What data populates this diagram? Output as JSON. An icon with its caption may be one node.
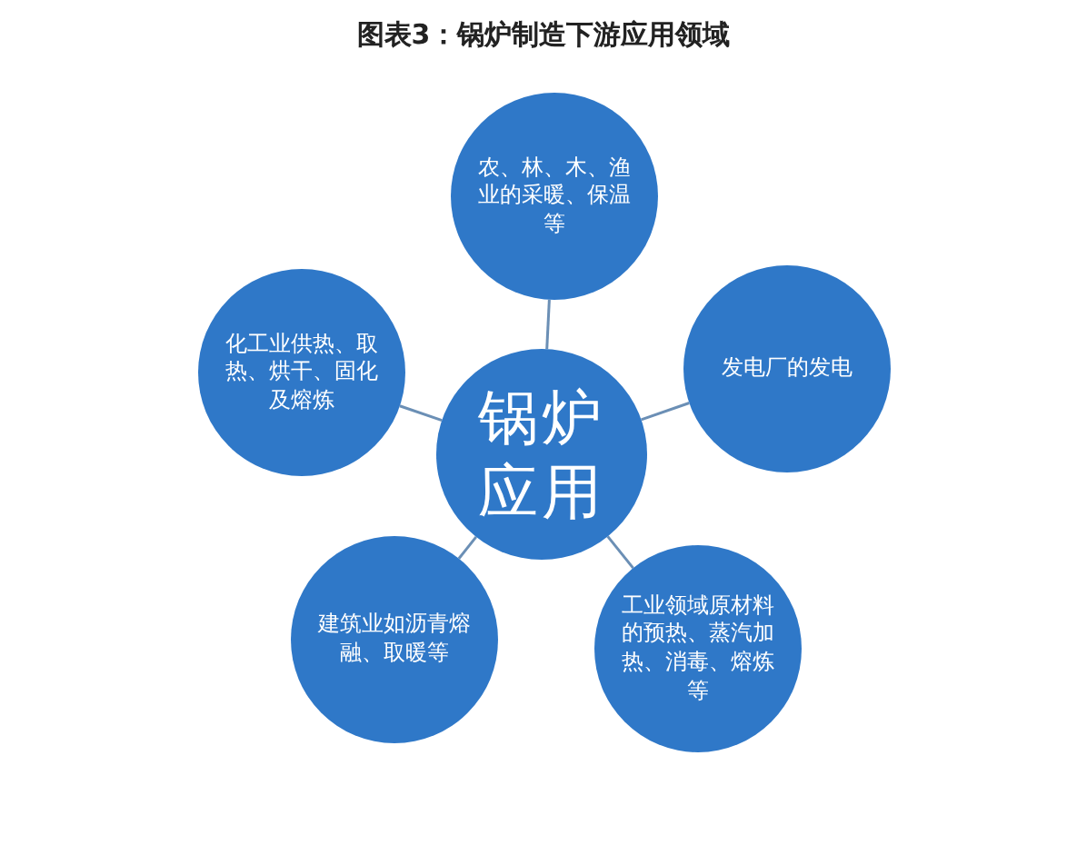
{
  "diagram": {
    "title": "图表3：锅炉制造下游应用领域",
    "nodes": [
      {
        "text": [
          "锅炉应用"
        ]
      },
      {
        "text": [
          "农、林、木、渔业的采暖、保温等"
        ]
      },
      {
        "text": [
          "发电厂的发电"
        ]
      },
      {
        "text": [
          "工业领域原材料的预热、蒸汽加热、消毒、熔炼等"
        ]
      },
      {
        "text": [
          "建筑业如沥青熔融、取暖等"
        ]
      },
      {
        "text": [
          "化工业供热、取热、烘干、固化及熔炼"
        ]
      }
    ],
    "edges": [
      {
        "from": 0,
        "to": 1,
        "arrow": "none"
      },
      {
        "from": 0,
        "to": 2,
        "arrow": "none"
      },
      {
        "from": 0,
        "to": 3,
        "arrow": "none"
      },
      {
        "from": 0,
        "to": 4,
        "arrow": "none"
      },
      {
        "from": 0,
        "to": 5,
        "arrow": "none"
      }
    ]
  }
}
